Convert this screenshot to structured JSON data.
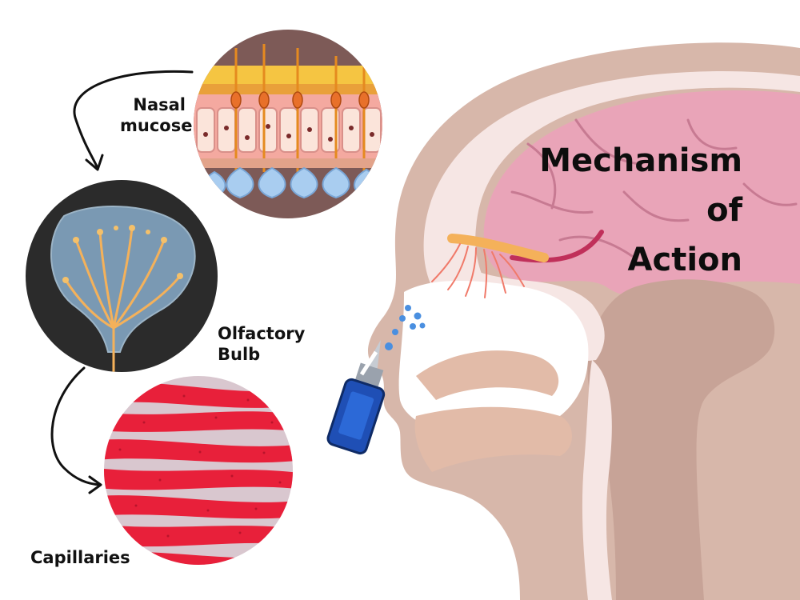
{
  "title": {
    "line1": "Mechanism",
    "line2": "of",
    "line3": "Action"
  },
  "labels": {
    "nasal_line1": "Nasal",
    "nasal_line2": "mucose",
    "bulb_line1": "Olfactory",
    "bulb_line2": "Bulb",
    "capillaries": "Capillaries"
  },
  "colors": {
    "brain": "#e9a4b8",
    "head_outer": "#d7b7aa",
    "skull": "#f6e6e4",
    "tissue": "#e2bba8",
    "capillary_red": "#e8203a",
    "spray_blue": "#1f4fb5",
    "olfactory_nerve": "#f4b15a",
    "bulb_background": "#2b2b2b"
  },
  "icons": {
    "spray_bottle": "nasal-spray-bottle-icon",
    "droplets": "spray-droplet-icon",
    "arrows": "curved-arrow-icon"
  }
}
